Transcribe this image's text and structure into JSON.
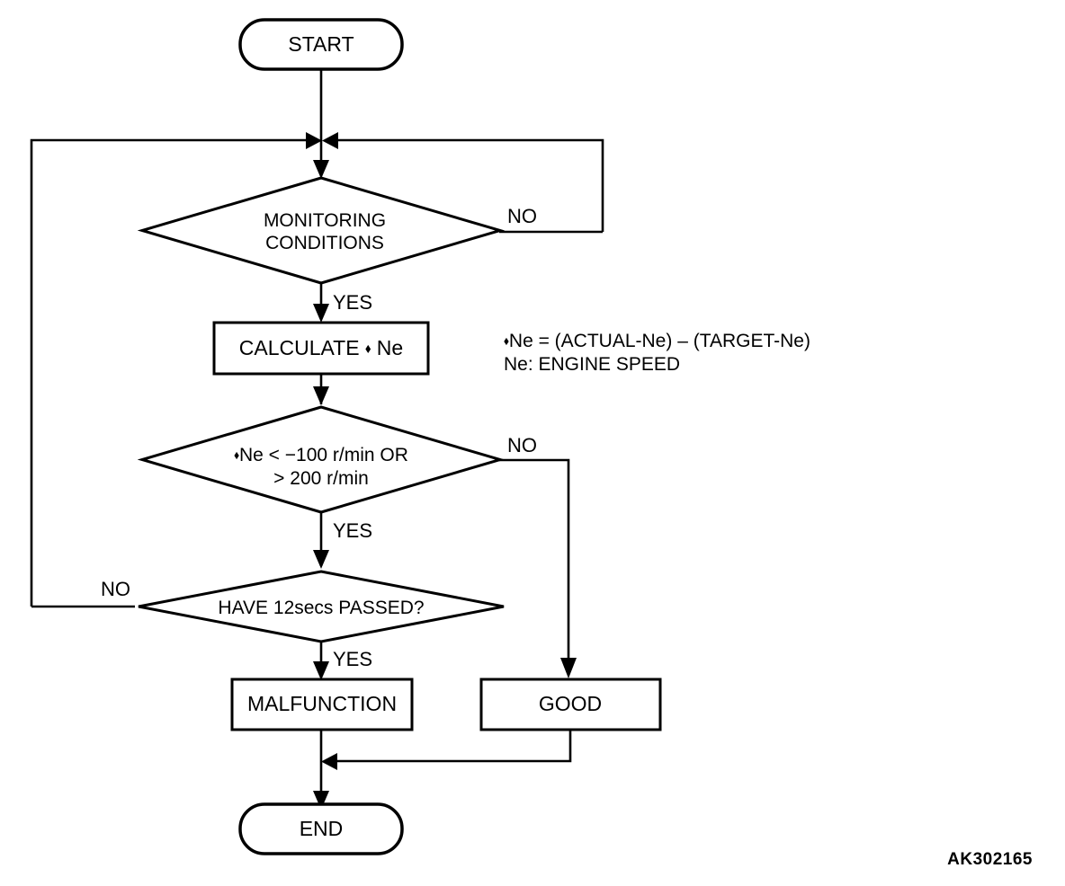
{
  "diagram": {
    "type": "flowchart",
    "title": "",
    "figure_code": "AK302165",
    "background_color": "#ffffff",
    "line_color": "#000000"
  },
  "nodes": {
    "start": {
      "label": "START",
      "shape": "terminal"
    },
    "monitoring": {
      "line1": "MONITORING",
      "line2": "CONDITIONS",
      "shape": "decision"
    },
    "calculate": {
      "label": "CALCULATE  ⬪ Ne",
      "text": "CALCULATE",
      "symbol": "⬪",
      "variable": "Ne",
      "shape": "process"
    },
    "ne_check": {
      "line1": "⬪Ne < −100 r/min OR",
      "line2": "> 200 r/min",
      "shape": "decision"
    },
    "timer": {
      "label": "HAVE 12secs PASSED?",
      "shape": "decision"
    },
    "malfunction": {
      "label": "MALFUNCTION",
      "shape": "process"
    },
    "good": {
      "label": "GOOD",
      "shape": "process"
    },
    "end": {
      "label": "END",
      "shape": "terminal"
    }
  },
  "branch_labels": {
    "monitoring_no": "NO",
    "monitoring_yes": "YES",
    "ne_check_no": "NO",
    "ne_check_yes": "YES",
    "timer_no": "NO",
    "timer_yes": "YES"
  },
  "notes": {
    "formula": "⬪Ne = (ACTUAL-Ne) – (TARGET-Ne)",
    "definition": "Ne: ENGINE SPEED"
  }
}
